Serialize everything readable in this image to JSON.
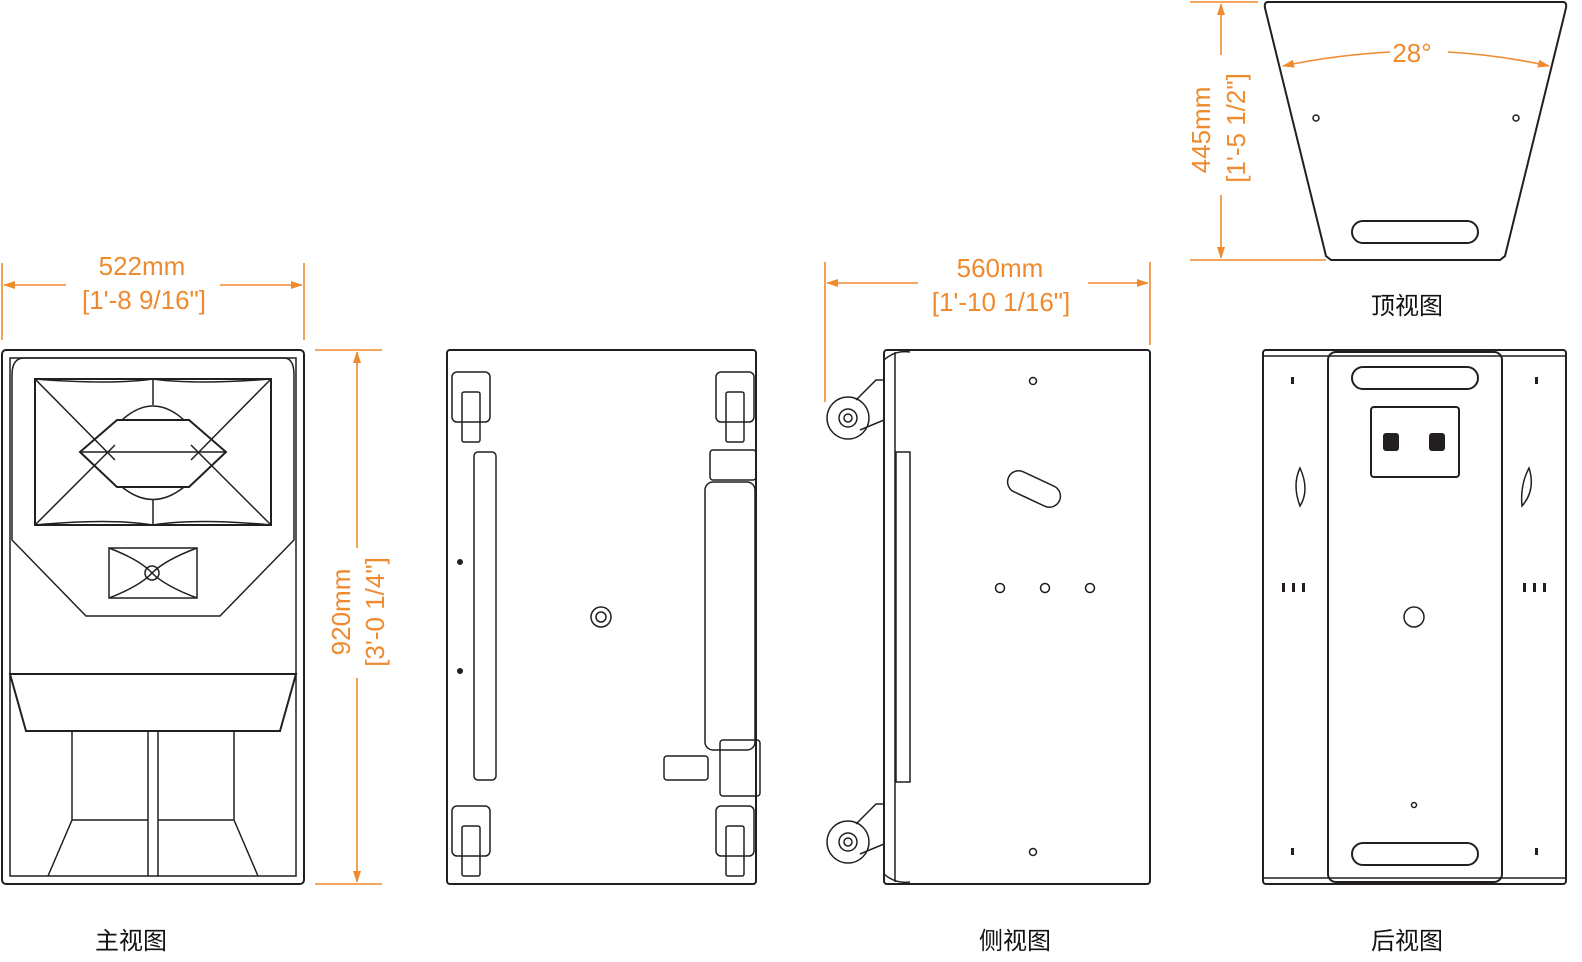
{
  "colors": {
    "dimension": "#ef8a2e",
    "line": "#231f20"
  },
  "views": {
    "front": {
      "label": "主视图"
    },
    "side": {
      "label": "侧视图"
    },
    "rear": {
      "label": "后视图"
    },
    "top": {
      "label": "顶视图"
    }
  },
  "dimensions": {
    "width": {
      "metric": "522mm",
      "imperial": "[1'-8 9/16\"]"
    },
    "height": {
      "metric": "920mm",
      "imperial": "[3'-0 1/4\"]"
    },
    "depth": {
      "metric": "560mm",
      "imperial": "[1'-10 1/16\"]"
    },
    "top_depth": {
      "metric": "445mm",
      "imperial": "[1'-5 1/2\"]"
    },
    "angle": "28°"
  }
}
